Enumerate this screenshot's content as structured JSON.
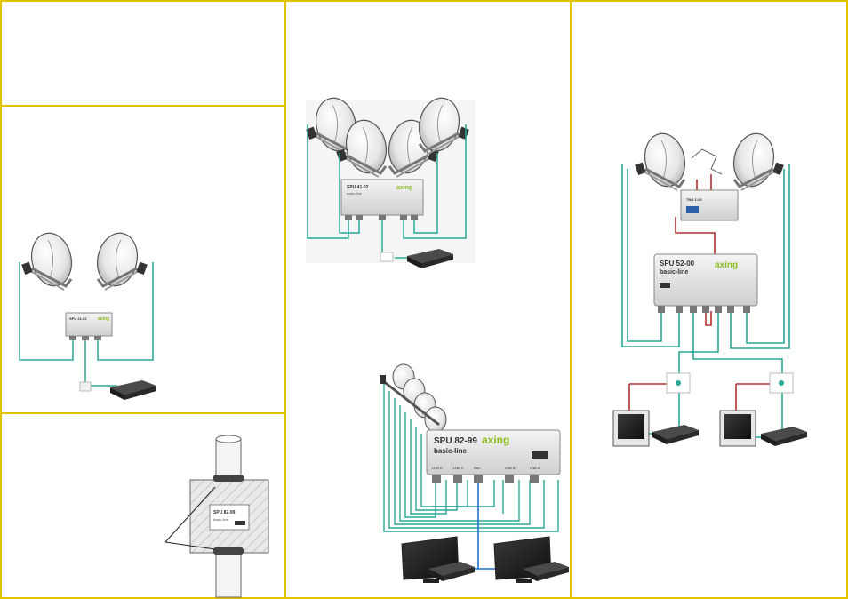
{
  "colors": {
    "frame": "#e3c400",
    "coax": "#2aa898",
    "power": "#b43030",
    "blue": "#1f6fd1",
    "brand": "#8bbd22"
  },
  "icons": [
    "satellite-dish-icon",
    "multiswitch-icon",
    "receiver-icon",
    "wall-socket-icon",
    "tv-icon",
    "lnb-icon"
  ],
  "brand": "axing",
  "switch_top": {
    "model": "SPU 41-02",
    "line": "basic-line"
  },
  "switch_bottom": {
    "model": "SPU 82-99",
    "line": "basic-line",
    "ports": [
      "LNB D",
      "LNB C",
      "Rec.",
      "LNB B",
      "LNB A"
    ]
  },
  "switch_right": {
    "model": "SPU 52-00",
    "line": "basic-line",
    "psu_model": "TNG 1-00"
  },
  "switch_left": {
    "model": "SPU 21-02",
    "line": "basic-line"
  },
  "mount": {
    "model": "SPU 82-99",
    "line": "basic-line"
  }
}
